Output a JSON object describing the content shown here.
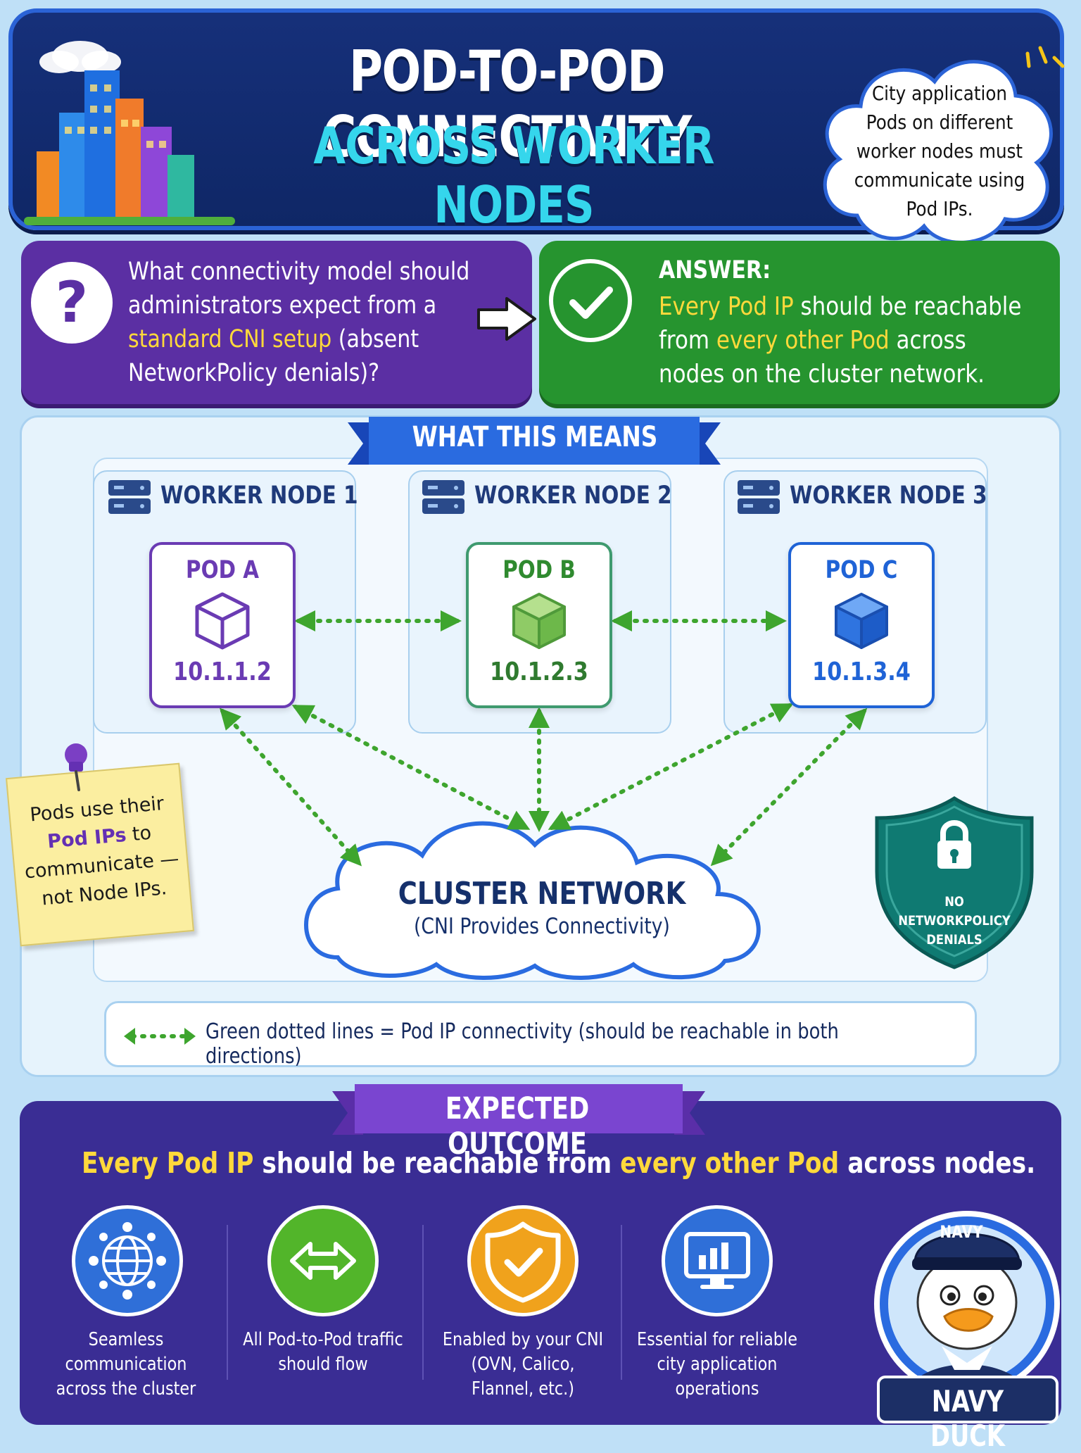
{
  "header": {
    "title_line1": "POD-TO-POD CONNECTIVITY",
    "title_line2": "ACROSS WORKER NODES",
    "bubble_text": "City application Pods on different worker nodes must communicate using Pod IPs."
  },
  "question": {
    "icon": "question-mark-icon",
    "text_part1": "What connectivity model should administrators expect from a ",
    "text_highlight": "standard CNI setup",
    "text_part2": " (absent NetworkPolicy denials)?"
  },
  "answer": {
    "icon": "check-circle-icon",
    "heading": "ANSWER:",
    "hl1": "Every Pod IP",
    "mid1": " should be reachable from ",
    "hl2": "every other Pod",
    "mid2": " across nodes on the cluster network."
  },
  "diagram": {
    "section_title": "WHAT THIS MEANS",
    "nodes": [
      {
        "title": "WORKER NODE 1",
        "pod": "POD A",
        "ip": "10.1.1.2",
        "color": "#6a3bb3"
      },
      {
        "title": "WORKER NODE 2",
        "pod": "POD B",
        "ip": "10.1.2.3",
        "color": "#3f9a3f"
      },
      {
        "title": "WORKER NODE 3",
        "pod": "POD C",
        "ip": "10.1.3.4",
        "color": "#1f63d6"
      }
    ],
    "cluster_title": "CLUSTER NETWORK",
    "cluster_subtitle": "(CNI Provides Connectivity)",
    "sticky_part1": "Pods use their ",
    "sticky_highlight": "Pod IPs",
    "sticky_part2": " to communicate — not Node IPs.",
    "shield_text": "NO NETWORKPOLICY DENIALS",
    "legend": "Green dotted lines = Pod IP connectivity (should be reachable in both directions)",
    "link_color": "#3ea52e"
  },
  "outcome": {
    "section_title": "EXPECTED OUTCOME",
    "summary_hl1": "Every Pod IP",
    "summary_mid": " should be reachable from ",
    "summary_hl2": "every other Pod",
    "summary_end": " across nodes.",
    "features": [
      {
        "icon": "network-globe-icon",
        "label": "Seamless communication across the cluster",
        "color": "#2f6fd8"
      },
      {
        "icon": "bidirectional-arrow-icon",
        "label": "All Pod-to-Pod traffic should flow",
        "color": "#52b52a"
      },
      {
        "icon": "shield-check-icon",
        "label": "Enabled by your CNI (OVN, Calico, Flannel, etc.)",
        "color": "#f0a21c"
      },
      {
        "icon": "monitor-chart-icon",
        "label": "Essential for reliable city application operations",
        "color": "#2f6fd8"
      }
    ],
    "mascot_hat": "NAVY",
    "mascot_name": "NAVY DUCK"
  }
}
